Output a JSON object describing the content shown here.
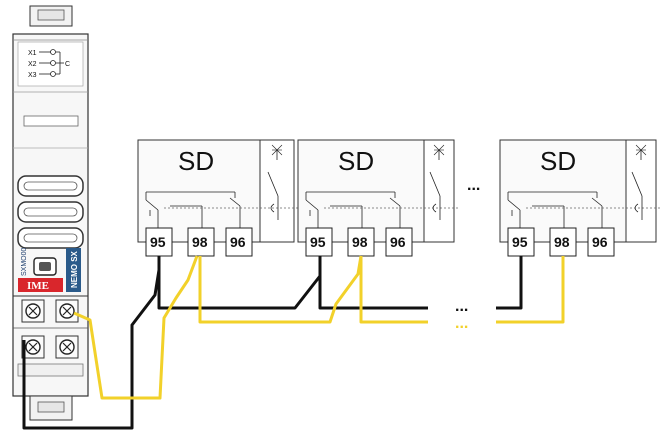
{
  "device": {
    "contacts": [
      "X1",
      "X2",
      "X3"
    ],
    "common_label": "C",
    "model_code": "SXMO00",
    "brand": "IME",
    "product": "NEMO SX",
    "brand_color": "#d9262c",
    "product_color": "#2a5a8a"
  },
  "sd_modules": [
    {
      "label": "SD",
      "terminals": [
        "95",
        "98",
        "96"
      ]
    },
    {
      "label": "SD",
      "terminals": [
        "95",
        "98",
        "96"
      ]
    },
    {
      "label": "SD",
      "terminals": [
        "95",
        "98",
        "96"
      ]
    }
  ],
  "separator_dots": "...",
  "wire_colors": {
    "common": "#111111",
    "signal": "#f2d12a"
  }
}
